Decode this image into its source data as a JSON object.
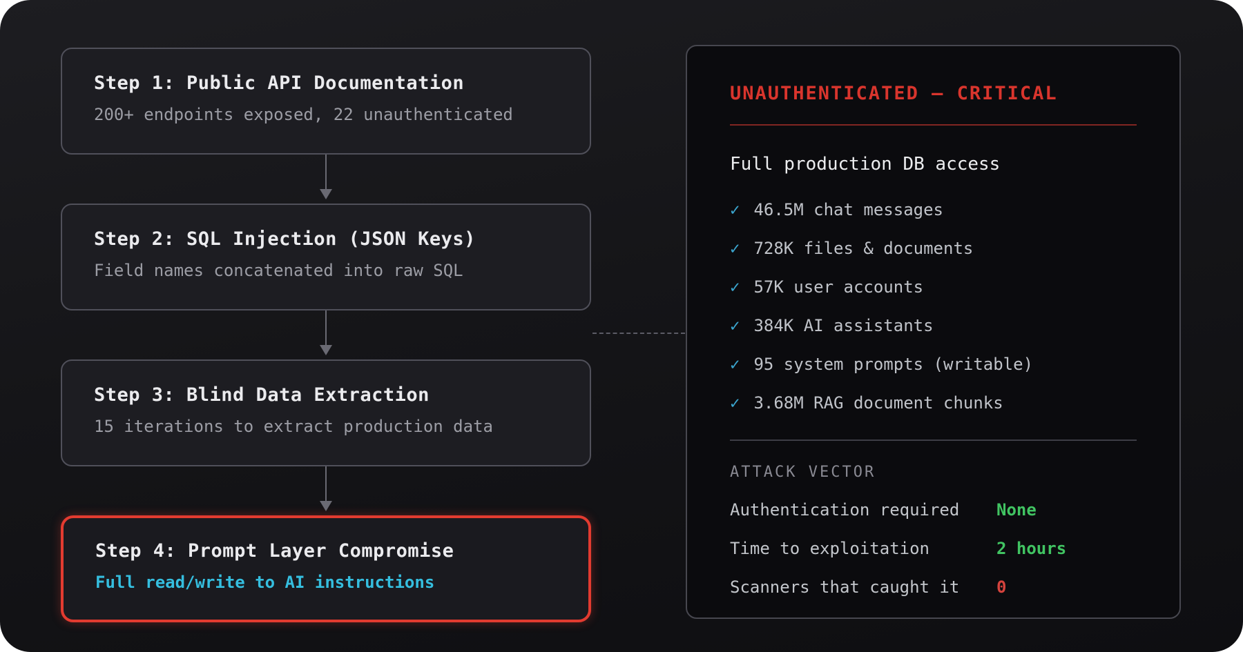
{
  "diagram": {
    "flow": {
      "steps": [
        {
          "title": "Step 1: Public API Documentation",
          "subtitle": "200+ endpoints exposed, 22 unauthenticated",
          "highlighted": false
        },
        {
          "title": "Step 2: SQL Injection (JSON Keys)",
          "subtitle": "Field names concatenated into raw SQL",
          "highlighted": false
        },
        {
          "title": "Step 3: Blind Data Extraction",
          "subtitle": "15 iterations to extract production data",
          "highlighted": false
        },
        {
          "title": "Step 4: Prompt Layer Compromise",
          "subtitle": "Full read/write to AI instructions",
          "highlighted": true
        }
      ]
    },
    "panel": {
      "severity_title": "UNAUTHENTICATED — CRITICAL",
      "headline": "Full production DB access",
      "check_glyph": "✓",
      "access_items": [
        "46.5M chat messages",
        "728K files & documents",
        "57K user accounts",
        "384K AI assistants",
        "95 system prompts (writable)",
        "3.68M RAG document chunks"
      ],
      "section_label": "ATTACK VECTOR",
      "vector_rows": [
        {
          "label": "Authentication required",
          "value": "None",
          "status": "good"
        },
        {
          "label": "Time to exploitation",
          "value": "2 hours",
          "status": "good"
        },
        {
          "label": "Scanners that caught it",
          "value": "0",
          "status": "bad"
        }
      ]
    },
    "colors": {
      "critical_red": "#d9352d",
      "highlight_border_red": "#e23b30",
      "cyan_accent": "#35bedf",
      "check_cyan": "#3ba6cf",
      "good_green": "#41c462",
      "bad_red": "#d5433d",
      "card_border_gray": "#50505a",
      "panel_background": "#0b0b0e"
    }
  }
}
